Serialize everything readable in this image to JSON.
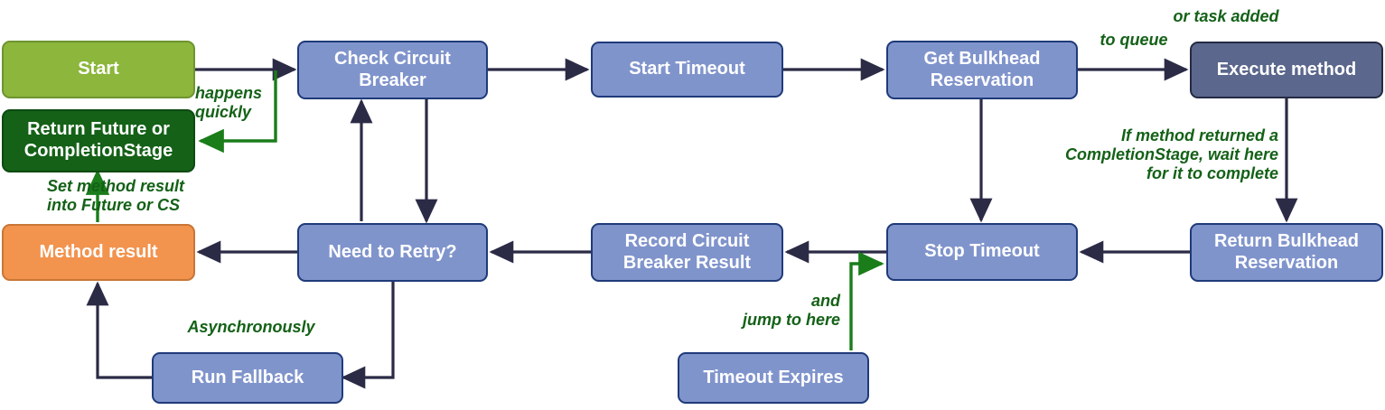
{
  "diagram": {
    "title": "MicroProfile Fault Tolerance execution flow",
    "colors": {
      "node_blue": "#8094CC",
      "node_blue_border": "#1F3A7A",
      "node_green_start": "#8CB63C",
      "node_green_dark": "#146117",
      "node_orange": "#F2934E",
      "node_slate": "#5B678C",
      "arrow_dark": "#2B2B46",
      "arrow_green": "#1A7D1A",
      "annotation_green": "#146117",
      "background": "#FFFFFF"
    },
    "nodes": [
      {
        "id": "start",
        "label": "Start",
        "kind": "start"
      },
      {
        "id": "return-future",
        "label": "Return Future or\nCompletionStage",
        "kind": "green-dark"
      },
      {
        "id": "method-result",
        "label": "Method result",
        "kind": "orange"
      },
      {
        "id": "check-cb",
        "label": "Check Circuit\nBreaker",
        "kind": "blue"
      },
      {
        "id": "start-timeout",
        "label": "Start Timeout",
        "kind": "blue"
      },
      {
        "id": "get-bulkhead",
        "label": "Get Bulkhead\nReservation",
        "kind": "blue"
      },
      {
        "id": "execute",
        "label": "Execute method",
        "kind": "slate"
      },
      {
        "id": "return-bulkhead",
        "label": "Return Bulkhead\nReservation",
        "kind": "blue"
      },
      {
        "id": "stop-timeout",
        "label": "Stop Timeout",
        "kind": "blue"
      },
      {
        "id": "record-cb",
        "label": "Record Circuit\nBreaker Result",
        "kind": "blue"
      },
      {
        "id": "need-retry",
        "label": "Need to Retry?",
        "kind": "blue"
      },
      {
        "id": "run-fallback",
        "label": "Run Fallback",
        "kind": "blue"
      },
      {
        "id": "timeout-expires",
        "label": "Timeout Expires",
        "kind": "blue"
      }
    ],
    "annotations": [
      {
        "id": "happens-quickly",
        "text": "happens\nquickly"
      },
      {
        "id": "set-method-result",
        "text": "Set method result\ninto Future or CS"
      },
      {
        "id": "to-queue",
        "text": "to queue"
      },
      {
        "id": "or-task-added",
        "text": "or task added"
      },
      {
        "id": "wait-here",
        "text": "If method returned a\nCompletionStage, wait here\nfor it to complete"
      },
      {
        "id": "asynchronously",
        "text": "Asynchronously"
      },
      {
        "id": "and-jump",
        "text": "and\njump to here"
      }
    ]
  }
}
